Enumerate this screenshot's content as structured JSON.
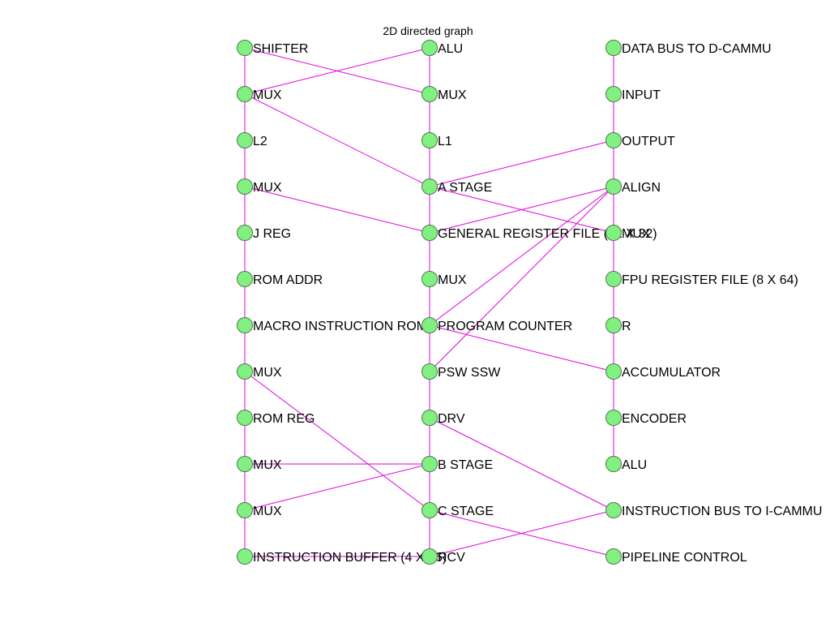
{
  "title": "2D directed graph",
  "colors": {
    "node_fill": "#80f080",
    "node_stroke": "#507850",
    "edge": "#e000e0",
    "background": "#ffffff",
    "text": "#000000"
  },
  "nodes": [
    {
      "id": "c1r0",
      "label": "SHIFTER"
    },
    {
      "id": "c1r1",
      "label": "MUX"
    },
    {
      "id": "c1r2",
      "label": "L2"
    },
    {
      "id": "c1r3",
      "label": "MUX"
    },
    {
      "id": "c1r4",
      "label": "J REG"
    },
    {
      "id": "c1r5",
      "label": "ROM ADDR"
    },
    {
      "id": "c1r6",
      "label": "MACRO INSTRUCTION ROM"
    },
    {
      "id": "c1r7",
      "label": "MUX"
    },
    {
      "id": "c1r8",
      "label": "ROM REG"
    },
    {
      "id": "c1r9",
      "label": "MUX"
    },
    {
      "id": "c1r10",
      "label": "MUX"
    },
    {
      "id": "c1r11",
      "label": "INSTRUCTION BUFFER (4 X 16)"
    },
    {
      "id": "c2r0",
      "label": "ALU"
    },
    {
      "id": "c2r1",
      "label": "MUX"
    },
    {
      "id": "c2r2",
      "label": "L1"
    },
    {
      "id": "c2r3",
      "label": "A STAGE"
    },
    {
      "id": "c2r4",
      "label": "GENERAL REGISTER FILE (32 X 32)"
    },
    {
      "id": "c2r5",
      "label": "MUX"
    },
    {
      "id": "c2r6",
      "label": "PROGRAM COUNTER"
    },
    {
      "id": "c2r7",
      "label": "PSW SSW"
    },
    {
      "id": "c2r8",
      "label": "DRV"
    },
    {
      "id": "c2r9",
      "label": "B STAGE"
    },
    {
      "id": "c2r10",
      "label": "C STAGE"
    },
    {
      "id": "c2r11",
      "label": "RCV"
    },
    {
      "id": "c3r0",
      "label": "DATA BUS TO D-CAMMU"
    },
    {
      "id": "c3r1",
      "label": "INPUT"
    },
    {
      "id": "c3r2",
      "label": "OUTPUT"
    },
    {
      "id": "c3r3",
      "label": "ALIGN"
    },
    {
      "id": "c3r4",
      "label": "MUX"
    },
    {
      "id": "c3r5",
      "label": "FPU REGISTER FILE (8 X 64)"
    },
    {
      "id": "c3r6",
      "label": "R"
    },
    {
      "id": "c3r7",
      "label": "ACCUMULATOR"
    },
    {
      "id": "c3r8",
      "label": "ENCODER"
    },
    {
      "id": "c3r9",
      "label": "ALU"
    },
    {
      "id": "c3r10",
      "label": "INSTRUCTION BUS TO I-CAMMU"
    },
    {
      "id": "c3r11",
      "label": "PIPELINE CONTROL"
    }
  ],
  "edges": [
    {
      "from": "c1r0",
      "to": "c1r1"
    },
    {
      "from": "c1r1",
      "to": "c1r2"
    },
    {
      "from": "c1r2",
      "to": "c1r3"
    },
    {
      "from": "c1r3",
      "to": "c1r4"
    },
    {
      "from": "c1r4",
      "to": "c1r5"
    },
    {
      "from": "c1r5",
      "to": "c1r6"
    },
    {
      "from": "c1r6",
      "to": "c1r7"
    },
    {
      "from": "c1r7",
      "to": "c1r8"
    },
    {
      "from": "c1r8",
      "to": "c1r9"
    },
    {
      "from": "c1r9",
      "to": "c1r10"
    },
    {
      "from": "c1r10",
      "to": "c1r11"
    },
    {
      "from": "c2r0",
      "to": "c2r1"
    },
    {
      "from": "c2r1",
      "to": "c2r2"
    },
    {
      "from": "c2r2",
      "to": "c2r3"
    },
    {
      "from": "c2r3",
      "to": "c2r4"
    },
    {
      "from": "c2r4",
      "to": "c2r5"
    },
    {
      "from": "c2r5",
      "to": "c2r6"
    },
    {
      "from": "c2r6",
      "to": "c2r7"
    },
    {
      "from": "c2r7",
      "to": "c2r8"
    },
    {
      "from": "c2r8",
      "to": "c2r9"
    },
    {
      "from": "c2r9",
      "to": "c2r10"
    },
    {
      "from": "c2r10",
      "to": "c2r11"
    },
    {
      "from": "c3r0",
      "to": "c3r1"
    },
    {
      "from": "c3r1",
      "to": "c3r2"
    },
    {
      "from": "c3r2",
      "to": "c3r3"
    },
    {
      "from": "c3r3",
      "to": "c3r4"
    },
    {
      "from": "c3r4",
      "to": "c3r5"
    },
    {
      "from": "c3r5",
      "to": "c3r6"
    },
    {
      "from": "c3r6",
      "to": "c3r7"
    },
    {
      "from": "c3r7",
      "to": "c3r8"
    },
    {
      "from": "c3r8",
      "to": "c3r9"
    },
    {
      "from": "c1r0",
      "to": "c2r1"
    },
    {
      "from": "c1r1",
      "to": "c2r0"
    },
    {
      "from": "c2r3",
      "to": "c1r1"
    },
    {
      "from": "c2r3",
      "to": "c3r2"
    },
    {
      "from": "c2r3",
      "to": "c3r4"
    },
    {
      "from": "c1r3",
      "to": "c2r4"
    },
    {
      "from": "c3r3",
      "to": "c2r4"
    },
    {
      "from": "c3r3",
      "to": "c2r6"
    },
    {
      "from": "c3r3",
      "to": "c2r7"
    },
    {
      "from": "c2r6",
      "to": "c3r7"
    },
    {
      "from": "c1r7",
      "to": "c2r10"
    },
    {
      "from": "c1r9",
      "to": "c2r9"
    },
    {
      "from": "c1r10",
      "to": "c2r9"
    },
    {
      "from": "c1r11",
      "to": "c2r11"
    },
    {
      "from": "c2r8",
      "to": "c3r10"
    },
    {
      "from": "c3r10",
      "to": "c2r11"
    },
    {
      "from": "c2r10",
      "to": "c3r11"
    }
  ]
}
